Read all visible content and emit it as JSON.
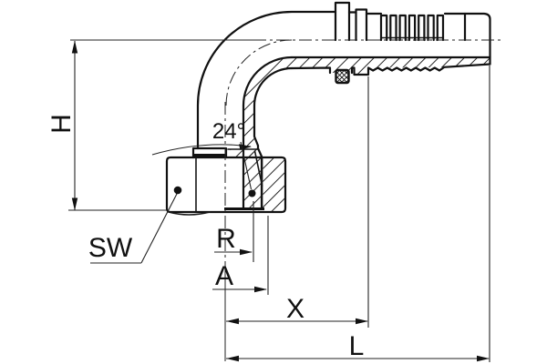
{
  "drawing": {
    "type": "technical-drawing",
    "subject": "90-degree elbow hose fitting, half-section view",
    "colors": {
      "background": "#ffffff",
      "line": "#111111"
    },
    "labels": {
      "height": "H",
      "wrench_size": "SW",
      "cone_angle": "24°",
      "radius": "R",
      "dim_a": "A",
      "dim_x": "X",
      "length": "L"
    }
  }
}
